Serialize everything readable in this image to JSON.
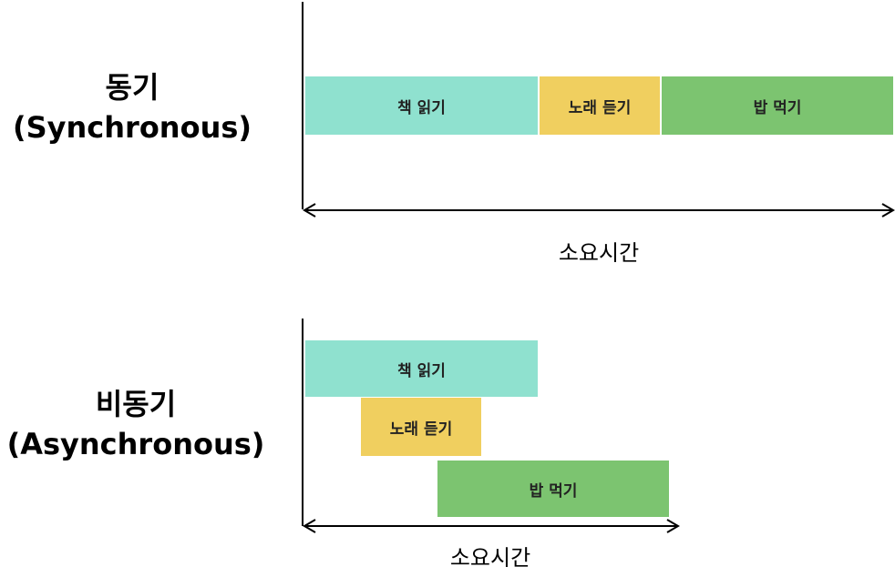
{
  "sync": {
    "title_line1": "동기",
    "title_line2": "(Synchronous)",
    "axis_caption": "소요시간",
    "tasks": [
      {
        "label": "책 읽기",
        "color": "#8fe1cf"
      },
      {
        "label": "노래 듣기",
        "color": "#f0cf5f"
      },
      {
        "label": "밥 먹기",
        "color": "#7cc470"
      }
    ]
  },
  "async": {
    "title_line1": "비동기",
    "title_line2": "(Asynchronous)",
    "axis_caption": "소요시간",
    "tasks": [
      {
        "label": "책 읽기",
        "color": "#8fe1cf"
      },
      {
        "label": "노래 듣기",
        "color": "#f0cf5f"
      },
      {
        "label": "밥 먹기",
        "color": "#7cc470"
      }
    ]
  }
}
